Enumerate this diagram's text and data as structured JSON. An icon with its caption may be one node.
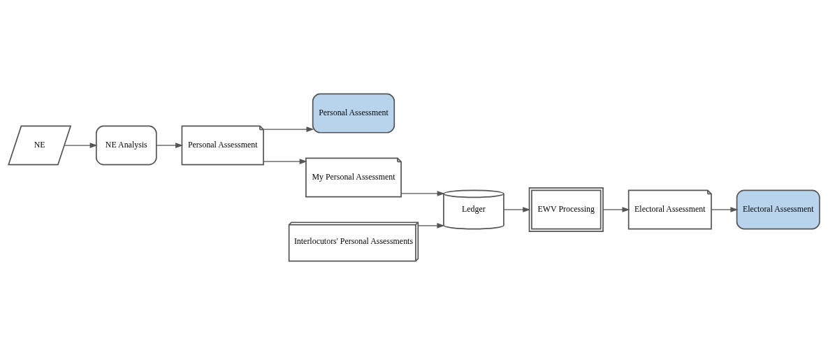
{
  "diagram": {
    "nodes": [
      {
        "text": [
          "NE"
        ]
      },
      {
        "text": [
          "NE Analysis"
        ]
      },
      {
        "text": [
          "Personal Assessment"
        ]
      },
      {
        "text": [
          "Personal Assessment"
        ]
      },
      {
        "text": [
          "Electoral Assessment"
        ]
      },
      {
        "text": [
          "My Personal Assessment"
        ]
      },
      {
        "text": [
          "Interlocutors' Personal Assessments"
        ]
      },
      {
        "text": [
          "Ledger"
        ]
      },
      {
        "text": [
          "EWV Processing"
        ]
      },
      {
        "text": [
          "Electoral Assessment"
        ]
      }
    ],
    "edges": [
      {
        "from": 0,
        "to": 1,
        "arrow": "to"
      },
      {
        "from": 1,
        "to": 2,
        "arrow": "to"
      },
      {
        "from": 2,
        "to": 3,
        "arrow": "to"
      },
      {
        "from": 2,
        "to": 5,
        "arrow": "to"
      },
      {
        "from": 5,
        "to": 7,
        "arrow": "to"
      },
      {
        "from": 6,
        "to": 7,
        "arrow": "to"
      },
      {
        "from": 7,
        "to": 8,
        "arrow": "to"
      },
      {
        "from": 8,
        "to": 9,
        "arrow": "to"
      },
      {
        "from": 9,
        "to": 4,
        "arrow": "to"
      }
    ]
  }
}
